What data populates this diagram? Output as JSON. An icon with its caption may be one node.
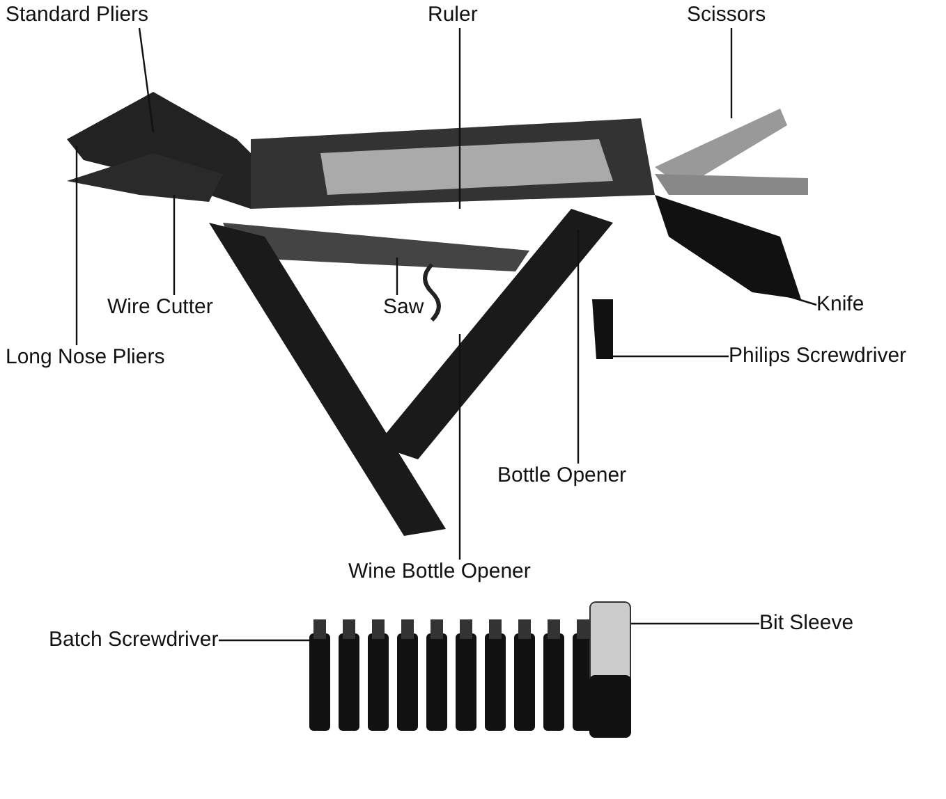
{
  "diagram": {
    "nodes": [
      {
        "text": [
          "Standard Pliers"
        ]
      },
      {
        "text": [
          "Ruler"
        ]
      },
      {
        "text": [
          "Scissors"
        ]
      },
      {
        "text": [
          "Wire Cutter"
        ]
      },
      {
        "text": [
          "Saw"
        ]
      },
      {
        "text": [
          "Knife"
        ]
      },
      {
        "text": [
          "Long Nose Pliers"
        ]
      },
      {
        "text": [
          "Philips Screwdriver"
        ]
      },
      {
        "text": [
          "Bottle Opener"
        ]
      },
      {
        "text": [
          "Wine Bottle Opener"
        ]
      },
      {
        "text": [
          "Batch Screwdriver"
        ]
      },
      {
        "text": [
          "Bit Sleeve"
        ]
      },
      {
        "text": [],
        "shape": "picture"
      },
      {
        "text": [],
        "shape": "picture"
      }
    ],
    "edges": [
      {
        "from": 0,
        "to": null,
        "arrow": "none"
      },
      {
        "from": 1,
        "to": null,
        "arrow": "none"
      },
      {
        "from": 2,
        "to": null,
        "arrow": "none"
      },
      {
        "from": 3,
        "to": null,
        "arrow": "none"
      },
      {
        "from": 4,
        "to": null,
        "arrow": "none"
      },
      {
        "from": 5,
        "to": null,
        "arrow": "none"
      },
      {
        "from": 6,
        "to": null,
        "arrow": "none"
      },
      {
        "from": 7,
        "to": null,
        "arrow": "none"
      },
      {
        "from": 8,
        "to": null,
        "arrow": "none"
      },
      {
        "from": 9,
        "to": null,
        "arrow": "none"
      },
      {
        "from": 10,
        "to": 12,
        "arrow": "none"
      },
      {
        "from": 11,
        "to": 13,
        "arrow": "none"
      }
    ]
  }
}
